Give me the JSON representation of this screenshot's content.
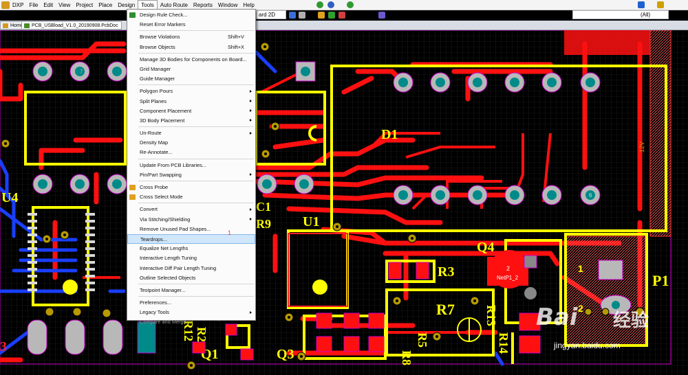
{
  "menubar": {
    "items": [
      "DXP",
      "File",
      "Edit",
      "View",
      "Project",
      "Place",
      "Design",
      "Tools",
      "Auto Route",
      "Reports",
      "Window",
      "Help"
    ],
    "active": "Tools"
  },
  "toolbar": {
    "layer_combo": "ard 2D",
    "filter_combo": "(All)"
  },
  "tabs": {
    "home": "Home",
    "pcb": "PCB_USBload_V1.0_20190908.PcbDoc"
  },
  "tools_menu": {
    "items": [
      {
        "label": "Design Rule Check..."
      },
      {
        "label": "Reset Error Markers"
      },
      {
        "sep": true
      },
      {
        "label": "Browse Violations",
        "shortcut": "Shift+V"
      },
      {
        "label": "Browse Objects",
        "shortcut": "Shift+X"
      },
      {
        "sep": true
      },
      {
        "label": "Manage 3D Bodies for Components on Board..."
      },
      {
        "label": "Grid Manager"
      },
      {
        "label": "Guide Manager"
      },
      {
        "sep": true
      },
      {
        "label": "Polygon Pours",
        "submenu": true
      },
      {
        "label": "Split Planes",
        "submenu": true
      },
      {
        "label": "Component Placement",
        "submenu": true
      },
      {
        "label": "3D Body Placement",
        "submenu": true
      },
      {
        "sep": true
      },
      {
        "label": "Un-Route",
        "submenu": true
      },
      {
        "label": "Density Map"
      },
      {
        "label": "Re-Annotate..."
      },
      {
        "sep": true
      },
      {
        "label": "Update From PCB Libraries..."
      },
      {
        "label": "Pin/Part Swapping",
        "submenu": true
      },
      {
        "sep": true
      },
      {
        "label": "Cross Probe"
      },
      {
        "label": "Cross Select Mode"
      },
      {
        "sep": true
      },
      {
        "label": "Convert",
        "submenu": true
      },
      {
        "label": "Via Stitching/Shielding",
        "submenu": true
      },
      {
        "label": "Remove Unused Pad Shapes..."
      },
      {
        "label": "Teardrops...",
        "highlight": true
      },
      {
        "label": "Equalize Net Lengths"
      },
      {
        "label": "Interactive Length Tuning"
      },
      {
        "label": "Interactive Diff Pair Length Tuning"
      },
      {
        "label": "Outline Selected Objects"
      },
      {
        "sep": true
      },
      {
        "label": "Testpoint Manager..."
      },
      {
        "sep": true
      },
      {
        "label": "Preferences..."
      },
      {
        "label": "Legacy Tools",
        "submenu": true
      },
      {
        "label": "Compare and Merge",
        "submenu": true,
        "disabled": true
      }
    ]
  },
  "annotation": {
    "number": "1"
  },
  "pcb": {
    "designators": {
      "D1": "D1",
      "U4": "U4",
      "U1": "U1",
      "C1": "C1",
      "R9": "R9",
      "R3": "R3",
      "R7": "R7",
      "Q4": "Q4",
      "P1": "P1",
      "Q1": "Q1",
      "Q3": "Q3",
      "R8": "R8",
      "R5": "R5",
      "R13": "R13",
      "R14": "R14",
      "R12": "R12",
      "R2": "R2",
      "three": "3"
    },
    "pad_numbers": {
      "pin7": "7",
      "pin6": "6",
      "pin1": "1",
      "pin2": "2",
      "q4_pad": "2"
    },
    "net_label": "NetP1_2",
    "silk_12v": "12V"
  },
  "watermark": {
    "brand": "Bai",
    "brand_cn": "经验",
    "url": "jingyan.baidu.com"
  },
  "colors": {
    "board_bg": "#000000",
    "top_copper": "#ff0000",
    "bottom_copper": "#1a3fff",
    "silkscreen": "#ffff00",
    "pad": "#b8b8b8",
    "via_ring": "#b79a00",
    "pad_hole": "#008a8a",
    "menu_highlight": "#cfe6fb"
  }
}
